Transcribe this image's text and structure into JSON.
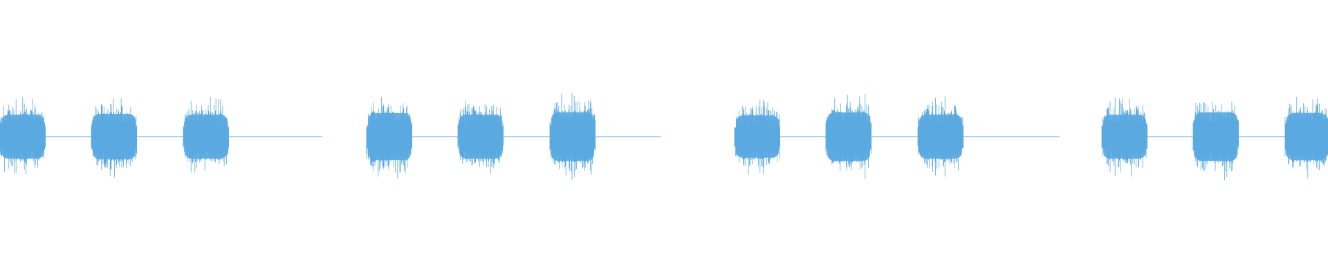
{
  "waveform": {
    "color": "#5aa9e0",
    "groups": [
      {
        "bursts": [
          {
            "amplitude": 0.58
          },
          {
            "amplitude": 0.6
          },
          {
            "amplitude": 0.58
          }
        ]
      },
      {
        "bursts": [
          {
            "amplitude": 0.62
          },
          {
            "amplitude": 0.58
          },
          {
            "amplitude": 0.64
          }
        ]
      },
      {
        "bursts": [
          {
            "amplitude": 0.56
          },
          {
            "amplitude": 0.64
          },
          {
            "amplitude": 0.58
          }
        ]
      },
      {
        "bursts": [
          {
            "amplitude": 0.58
          },
          {
            "amplitude": 0.64
          },
          {
            "amplitude": 0.62
          }
        ]
      }
    ]
  }
}
